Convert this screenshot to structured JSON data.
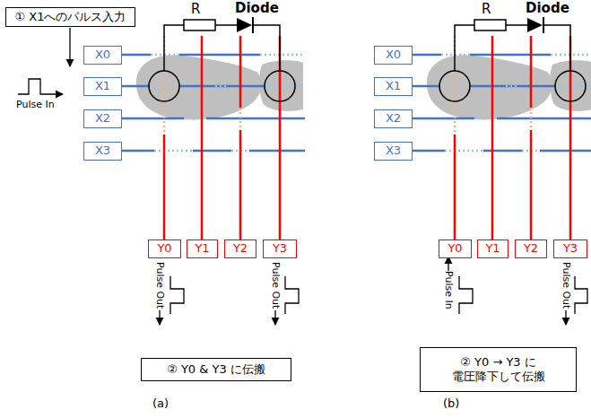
{
  "diagram": {
    "nodes": [
      {
        "text": [
          "① X1へのパルス入力"
        ]
      },
      {
        "text": [
          "X0"
        ]
      },
      {
        "text": [
          "X1"
        ]
      },
      {
        "text": [
          "X2"
        ]
      },
      {
        "text": [
          "X3"
        ]
      },
      {
        "text": [
          "Y0"
        ]
      },
      {
        "text": [
          "Y1"
        ]
      },
      {
        "text": [
          "Y2"
        ]
      },
      {
        "text": [
          "Y3"
        ]
      },
      {
        "text": [
          "② Y0 & Y3 に伝搬"
        ]
      },
      {
        "text": [
          "X0"
        ]
      },
      {
        "text": [
          "X1"
        ]
      },
      {
        "text": [
          "X2"
        ]
      },
      {
        "text": [
          "X3"
        ]
      },
      {
        "text": [
          "Y0"
        ]
      },
      {
        "text": [
          "Y1"
        ]
      },
      {
        "text": [
          "Y2"
        ]
      },
      {
        "text": [
          "Y3"
        ]
      },
      {
        "text": [
          "② Y0 → Y3 に 電圧降下して伝搬"
        ]
      }
    ],
    "labels": [
      "R",
      "Diode",
      "Pulse In",
      "Pulse Out",
      "Pulse Out",
      "(a)",
      "R",
      "Diode",
      "Pulse In",
      "Pulse Out",
      "(b)"
    ]
  }
}
